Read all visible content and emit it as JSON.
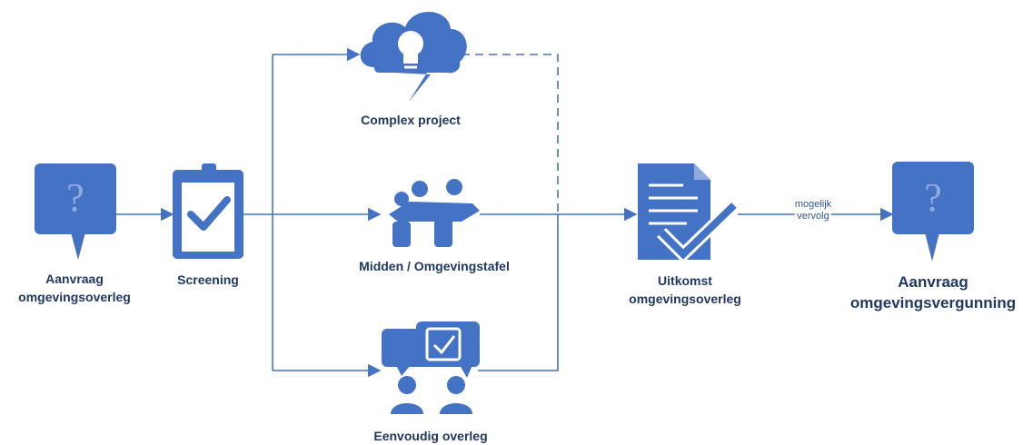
{
  "nodes": {
    "aanvraag_overleg": {
      "line1": "Aanvraag",
      "line2": "omgevingsoverleg",
      "icon": "question-bubble-icon"
    },
    "screening": {
      "label": "Screening",
      "icon": "clipboard-check-icon"
    },
    "complex": {
      "label": "Complex project",
      "icon": "cloud-lightbulb-icon"
    },
    "midden": {
      "label": "Midden / Omgevingstafel",
      "icon": "meeting-table-icon"
    },
    "eenvoudig": {
      "label": "Eenvoudig overleg",
      "icon": "chat-people-icon"
    },
    "uitkomst": {
      "line1": "Uitkomst",
      "line2": "omgevingsoverleg",
      "icon": "document-check-icon"
    },
    "aanvraag_vergunning": {
      "line1": "Aanvraag",
      "line2": "omgevingsvergunning",
      "icon": "question-bubble-icon"
    }
  },
  "edge_label": {
    "line1": "mogelijk",
    "line2": "vervolg"
  },
  "colors": {
    "icon": "#4472c4",
    "line": "#4472c4",
    "text": "#1f3864"
  }
}
